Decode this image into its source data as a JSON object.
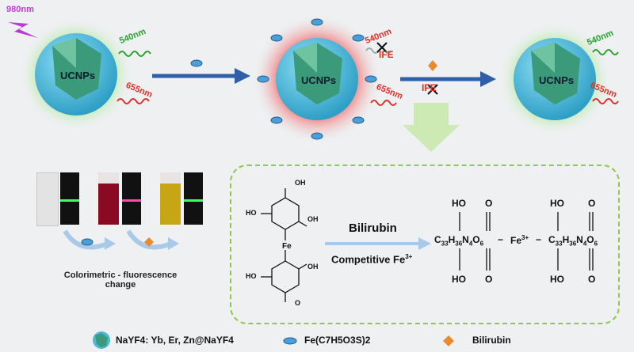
{
  "top": {
    "laser_label": "980nm",
    "nanoparticle_label": "UCNPs",
    "emission_green": "540nm",
    "emission_red": "655nm",
    "ife_label": "IFE"
  },
  "vials": {
    "caption_line1": "Colorimetric - fluorescence",
    "caption_line2": "change"
  },
  "scheme": {
    "reagent_label": "Bilirubin",
    "competition_label": "Competitive Fe",
    "competition_sup": "3+",
    "fe_label": "Fe",
    "ho3s_top": "HO",
    "oh_label": "OH",
    "oh2_label": "OH",
    "o_label": "O",
    "ho_label": "HO",
    "complex": {
      "ho_top_left": "HO",
      "o_top_left": "O",
      "ho_top_right": "HO",
      "o_top_right": "O",
      "ho_bottom_left": "HO",
      "o_bottom_left": "O",
      "ho_bottom_right": "HO",
      "o_bottom_right": "O",
      "formula_left": "C33H36N4O6",
      "dash": "−",
      "iron": "Fe",
      "iron_sup": "3+",
      "formula_right": "C33H36N4O6"
    }
  },
  "legend": {
    "item1": "NaYF4: Yb, Er, Zn@NaYF4",
    "item2": "Fe(C7H5O3S)2",
    "item3": "Bilirubin"
  },
  "colors": {
    "arrow_blue": "#2f5fa8",
    "np_blue": "#4cb8d9",
    "core_green": "#3a9a7a",
    "glow_green": "#8fe07a",
    "glow_red": "#f06a6a",
    "dash_green": "#8cc850",
    "laser_purple": "#b83ad6",
    "bilirubin_orange": "#e98a2e"
  }
}
